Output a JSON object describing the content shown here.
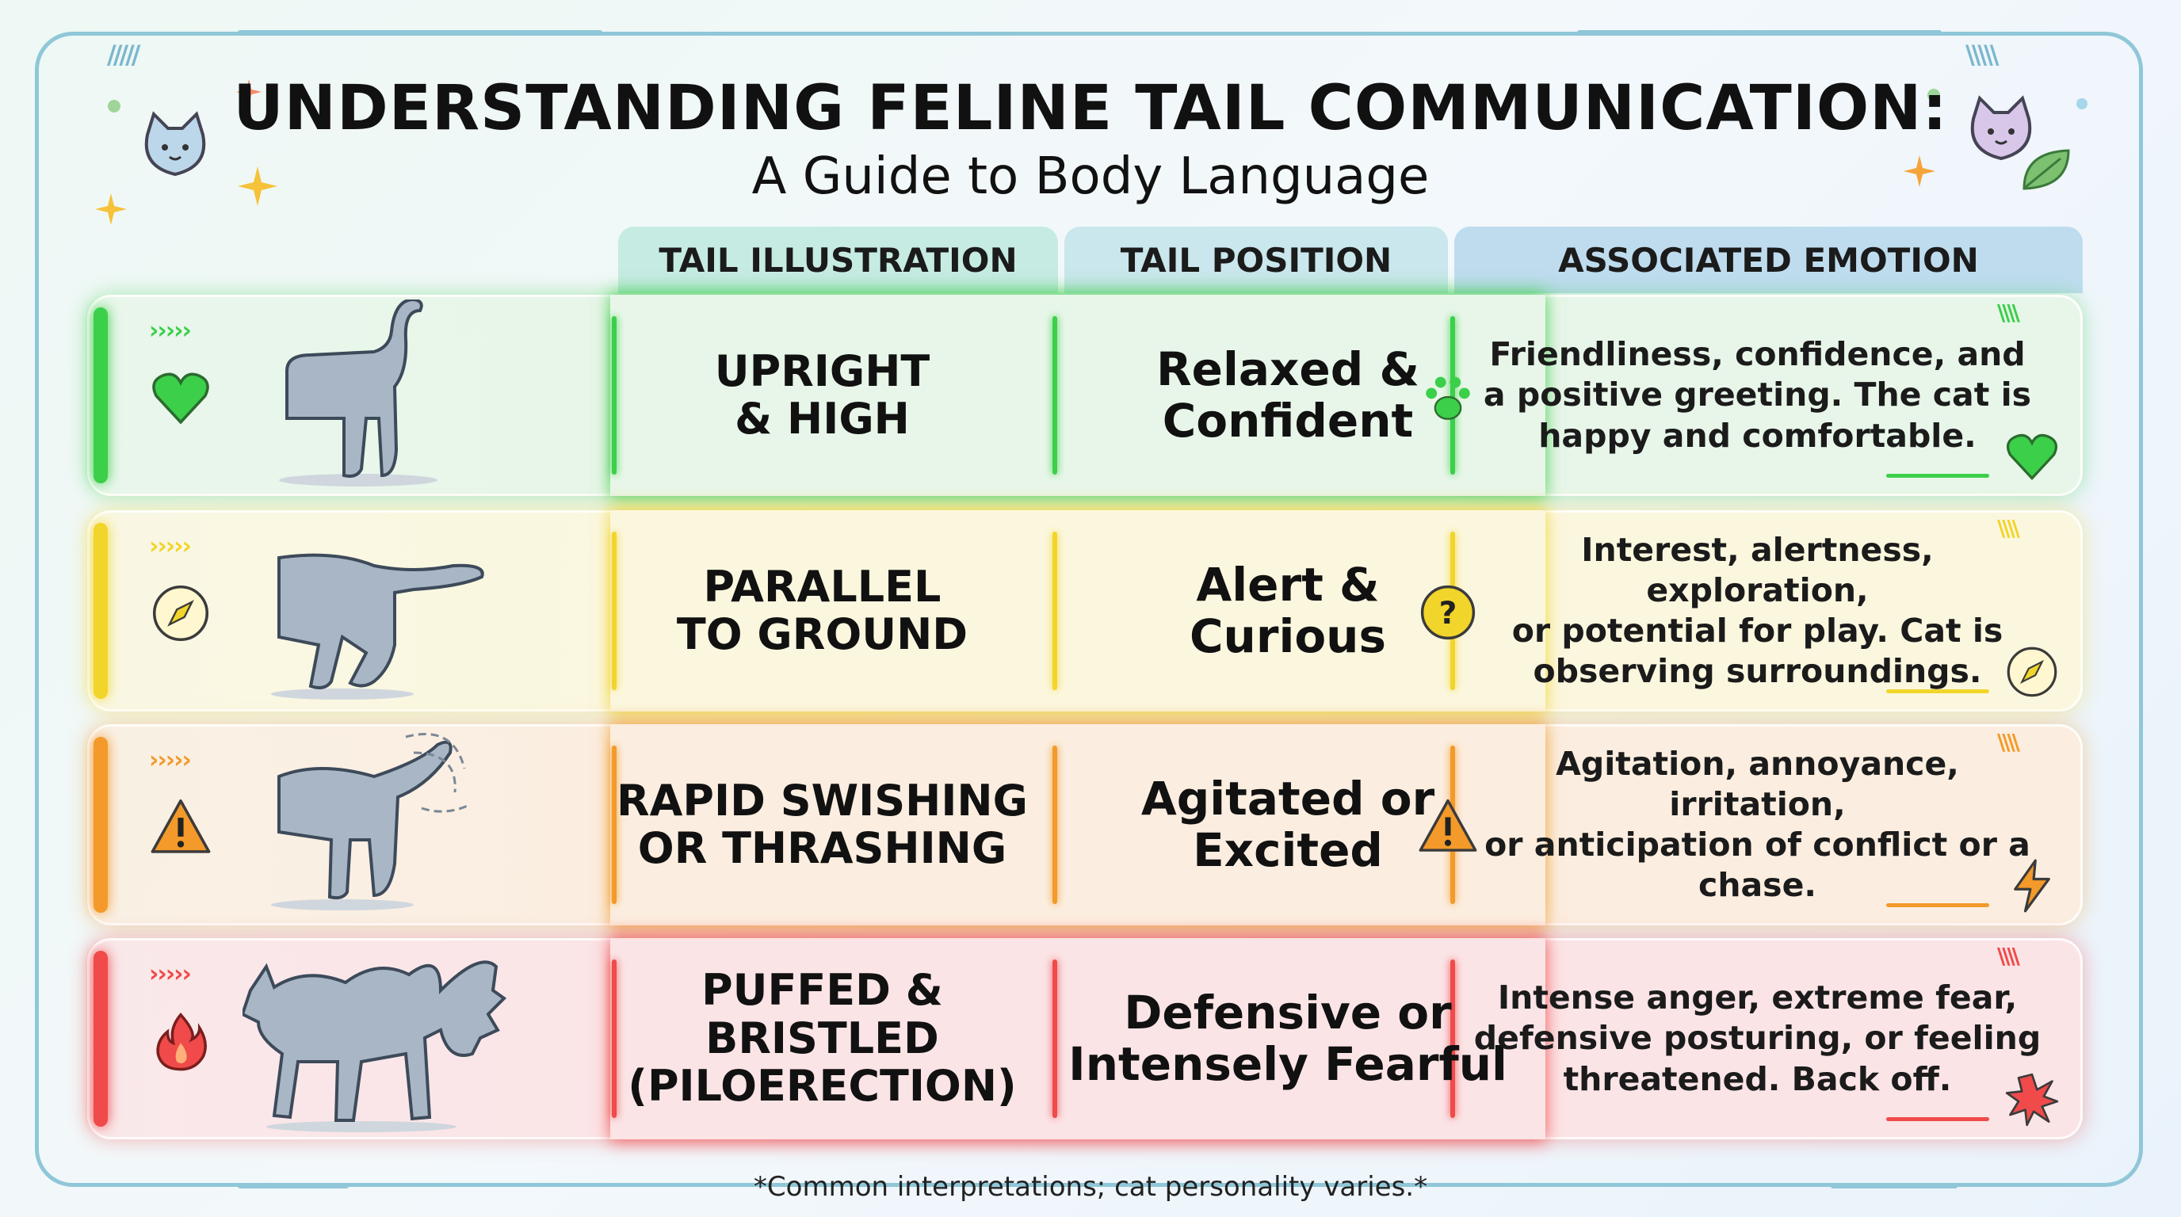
{
  "title": "UNDERSTANDING FELINE TAIL COMMUNICATION:",
  "subtitle": "A Guide to Body Language",
  "columns": [
    "TAIL ILLUSTRATION",
    "TAIL POSITION",
    "ASSOCIATED EMOTION"
  ],
  "rows": [
    {
      "illustration_label": "UPRIGHT\n& HIGH",
      "position": "Relaxed &\nConfident",
      "emotion": "Friendliness, confidence, and\na positive greeting. The cat is\nhappy and comfortable.",
      "color": "#3ccf4a",
      "tint": "#e8f6e9",
      "left_icon": "heart-icon",
      "mid_icon": "paw-icon",
      "corner_icon": "heart-icon",
      "arrows": "›››››"
    },
    {
      "illustration_label": "PARALLEL\nTO GROUND",
      "position": "Alert &\nCurious",
      "emotion": "Interest, alertness, exploration,\nor potential for play. Cat is\nobserving surroundings.",
      "color": "#f2d52a",
      "tint": "#fbf7df",
      "left_icon": "compass-icon",
      "mid_icon": "question-icon",
      "corner_icon": "compass-icon",
      "arrows": "›››››"
    },
    {
      "illustration_label": "RAPID SWISHING\nOR THRASHING",
      "position": "Agitated or\nExcited",
      "emotion": "Agitation, annoyance, irritation,\nor anticipation of conflict or a\nchase.",
      "color": "#f39a2a",
      "tint": "#fbeee0",
      "left_icon": "warning-icon",
      "mid_icon": "warning-icon",
      "corner_icon": "lightning-icon",
      "arrows": "›››››"
    },
    {
      "illustration_label": "PUFFED &\nBRISTLED\n(PILOERECTION)",
      "position": "Defensive or\nIntensely Fearful",
      "emotion": "Intense anger, extreme fear,\ndefensive posturing, or feeling\nthreatened. Back off.",
      "color": "#f04a4a",
      "tint": "#fbe4e6",
      "left_icon": "fire-icon",
      "mid_icon": "",
      "corner_icon": "burst-icon",
      "arrows": "›››››"
    }
  ],
  "footnote": "*Common interpretations; cat personality varies.*"
}
